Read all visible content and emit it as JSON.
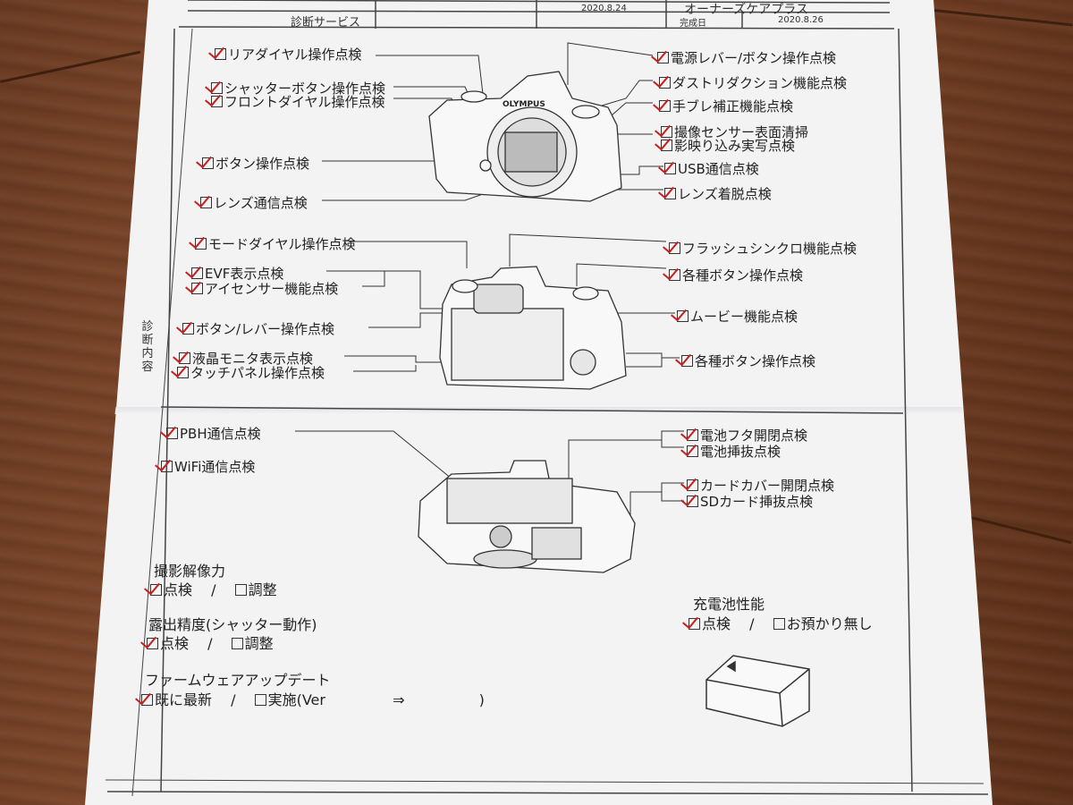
{
  "header": {
    "service": "診断サービス",
    "plan": "オーナーズケアプラス",
    "received_date": "2020.8.24",
    "completed_label": "完成日",
    "completed_date": "2020.8.26"
  },
  "side_label": "診断内容",
  "brand": "OLYMPUS",
  "front_checks": [
    {
      "label": "リアダイヤル操作点検",
      "checked": true
    },
    {
      "label": "シャッターボタン操作点検",
      "checked": true
    },
    {
      "label": "フロントダイヤル操作点検",
      "checked": true
    },
    {
      "label": "ボタン操作点検",
      "checked": true
    },
    {
      "label": "レンズ通信点検",
      "checked": true
    },
    {
      "label": "電源レバー/ボタン操作点検",
      "checked": true
    },
    {
      "label": "ダストリダクション機能点検",
      "checked": true
    },
    {
      "label": "手ブレ補正機能点検",
      "checked": true
    },
    {
      "label": "撮像センサー表面清掃",
      "checked": true
    },
    {
      "label": "影映り込み実写点検",
      "checked": true
    },
    {
      "label": "USB通信点検",
      "checked": true
    },
    {
      "label": "レンズ着脱点検",
      "checked": true
    }
  ],
  "back_checks": [
    {
      "label": "モードダイヤル操作点検",
      "checked": true
    },
    {
      "label": "EVF表示点検",
      "checked": true
    },
    {
      "label": "アイセンサー機能点検",
      "checked": true
    },
    {
      "label": "ボタン/レバー操作点検",
      "checked": true
    },
    {
      "label": "液晶モニタ表示点検",
      "checked": true
    },
    {
      "label": "タッチパネル操作点検",
      "checked": true
    },
    {
      "label": "フラッシュシンクロ機能点検",
      "checked": true
    },
    {
      "label": "各種ボタン操作点検",
      "checked": true
    },
    {
      "label": "ムービー機能点検",
      "checked": true
    },
    {
      "label": "各種ボタン操作点検",
      "checked": true
    }
  ],
  "bottom_checks": [
    {
      "label": "PBH通信点検",
      "checked": true
    },
    {
      "label": "WiFi通信点検",
      "checked": true
    },
    {
      "label": "電池フタ開閉点検",
      "checked": true
    },
    {
      "label": "電池挿抜点検",
      "checked": true
    },
    {
      "label": "カードカバー開閉点検",
      "checked": true
    },
    {
      "label": "SDカード挿抜点検",
      "checked": true
    }
  ],
  "sections": {
    "resolution": {
      "title": "撮影解像力",
      "opt1": "点検",
      "opt2": "調整"
    },
    "exposure": {
      "title": "露出精度(シャッター動作)",
      "opt1": "点検",
      "opt2": "調整"
    },
    "firmware": {
      "title": "ファームウェアアップデート",
      "opt1": "既に最新",
      "opt2": "実施(Ver",
      "arrow": "⇒",
      "close": ")"
    },
    "battery": {
      "title": "充電池性能",
      "opt1": "点検",
      "opt2": "お預かり無し"
    }
  },
  "separator": "/"
}
